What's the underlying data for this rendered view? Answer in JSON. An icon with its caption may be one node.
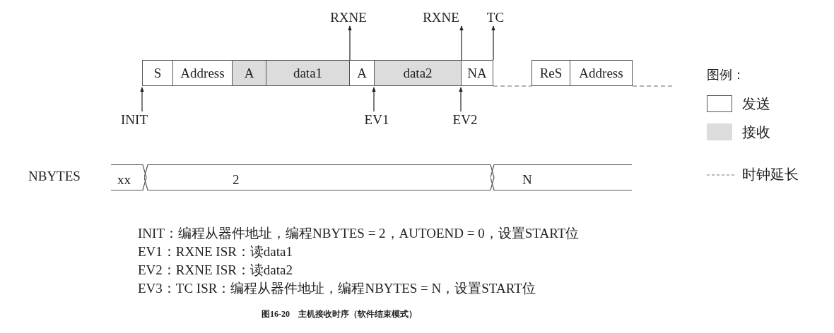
{
  "diagram": {
    "caption": "图16-20　主机接收时序（软件结束模式）",
    "nodes": [
      {
        "text": [
          "S"
        ]
      },
      {
        "text": [
          "Address"
        ]
      },
      {
        "text": [
          "A"
        ]
      },
      {
        "text": [
          "data1"
        ]
      },
      {
        "text": [
          "A"
        ]
      },
      {
        "text": [
          "data2"
        ]
      },
      {
        "text": [
          "NA"
        ]
      },
      {
        "text": [
          "ReS"
        ]
      },
      {
        "text": [
          "Address"
        ]
      },
      {
        "text": [
          "INIT"
        ]
      },
      {
        "text": [
          "EV1"
        ]
      },
      {
        "text": [
          "EV2"
        ]
      },
      {
        "text": [
          "RXNE"
        ]
      },
      {
        "text": [
          "RXNE"
        ]
      },
      {
        "text": [
          "TC"
        ]
      },
      {
        "text": [
          "xx"
        ]
      },
      {
        "text": [
          "2"
        ]
      },
      {
        "text": [
          "N"
        ]
      }
    ],
    "edges": [
      {
        "from": 9,
        "to": 0,
        "arrow": "to"
      },
      {
        "from": 3,
        "to": 12,
        "arrow": "to"
      },
      {
        "from": 10,
        "to": 5,
        "arrow": "to"
      },
      {
        "from": 5,
        "to": 13,
        "arrow": "to"
      },
      {
        "from": 11,
        "to": 6,
        "arrow": "to"
      },
      {
        "from": 6,
        "to": 14,
        "arrow": "to"
      },
      {
        "from": 6,
        "to": 7,
        "arrow": "none",
        "style": "dashed"
      },
      {
        "from": 8,
        "to": null,
        "arrow": "none",
        "style": "dashed"
      }
    ],
    "labels": [
      "NBYTES",
      "INIT：编程从器件地址，编程NBYTES = 2，AUTOEND = 0，设置START位",
      "EV1：RXNE ISR：读data1",
      "EV2：RXNE ISR：读data2",
      "EV3：TC ISR：编程从器件地址，编程NBYTES = N，设置START位",
      "图例："
    ],
    "legend": [
      {
        "text": "发送",
        "color": "#ffffff"
      },
      {
        "text": "接收",
        "color": "#dcdcdc"
      },
      {
        "text": "时钟延长"
      }
    ]
  }
}
